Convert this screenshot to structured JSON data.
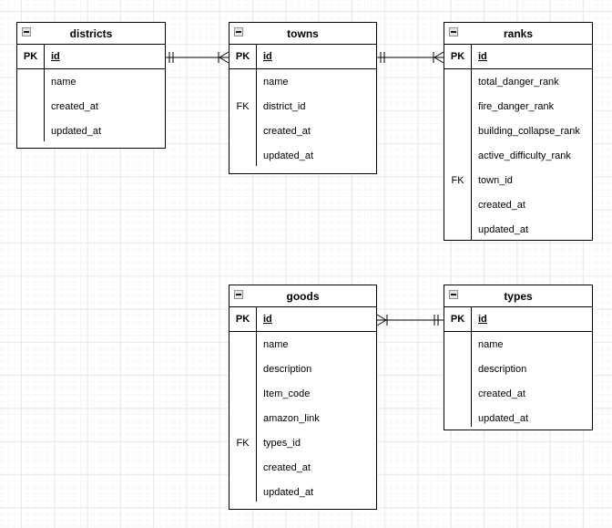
{
  "diagram": {
    "tool": "er-diagram-canvas",
    "colors": {
      "background": "#ffffff",
      "grid_major": "#e9e9e9",
      "grid_minor": "#f7f7f7",
      "stroke": "#000000",
      "text": "#000000"
    },
    "tables": [
      {
        "title": "districts",
        "pk_label": "PK",
        "pk_field": "id",
        "rows": [
          {
            "key": "",
            "field": "name"
          },
          {
            "key": "",
            "field": "created_at"
          },
          {
            "key": "",
            "field": "updated_at"
          }
        ]
      },
      {
        "title": "towns",
        "pk_label": "PK",
        "pk_field": "id",
        "rows": [
          {
            "key": "",
            "field": "name"
          },
          {
            "key": "FK",
            "field": "district_id"
          },
          {
            "key": "",
            "field": "created_at"
          },
          {
            "key": "",
            "field": "updated_at"
          }
        ]
      },
      {
        "title": "ranks",
        "pk_label": "PK",
        "pk_field": "id",
        "rows": [
          {
            "key": "",
            "field": "total_danger_rank"
          },
          {
            "key": "",
            "field": "fire_danger_rank"
          },
          {
            "key": "",
            "field": "building_collapse_rank"
          },
          {
            "key": "",
            "field": "active_difficulty_rank"
          },
          {
            "key": "FK",
            "field": "town_id"
          },
          {
            "key": "",
            "field": "created_at"
          },
          {
            "key": "",
            "field": "updated_at"
          }
        ]
      },
      {
        "title": "goods",
        "pk_label": "PK",
        "pk_field": "id",
        "rows": [
          {
            "key": "",
            "field": "name"
          },
          {
            "key": "",
            "field": "description"
          },
          {
            "key": "",
            "field": "Item_code"
          },
          {
            "key": "",
            "field": "amazon_link"
          },
          {
            "key": "FK",
            "field": "types_id"
          },
          {
            "key": "",
            "field": "created_at"
          },
          {
            "key": "",
            "field": "updated_at"
          }
        ]
      },
      {
        "title": "types",
        "pk_label": "PK",
        "pk_field": "id",
        "rows": [
          {
            "key": "",
            "field": "name"
          },
          {
            "key": "",
            "field": "description"
          },
          {
            "key": "",
            "field": "created_at"
          },
          {
            "key": "",
            "field": "updated_at"
          }
        ]
      }
    ],
    "relationships": [
      {
        "from": "districts",
        "to": "towns",
        "from_cardinality": "one-and-only-one",
        "to_cardinality": "one-or-many",
        "via": "towns.district_id"
      },
      {
        "from": "towns",
        "to": "ranks",
        "from_cardinality": "one-and-only-one",
        "to_cardinality": "one-or-many",
        "via": "ranks.town_id"
      },
      {
        "from": "types",
        "to": "goods",
        "from_cardinality": "one-and-only-one",
        "to_cardinality": "one-or-many",
        "via": "goods.types_id"
      }
    ]
  }
}
